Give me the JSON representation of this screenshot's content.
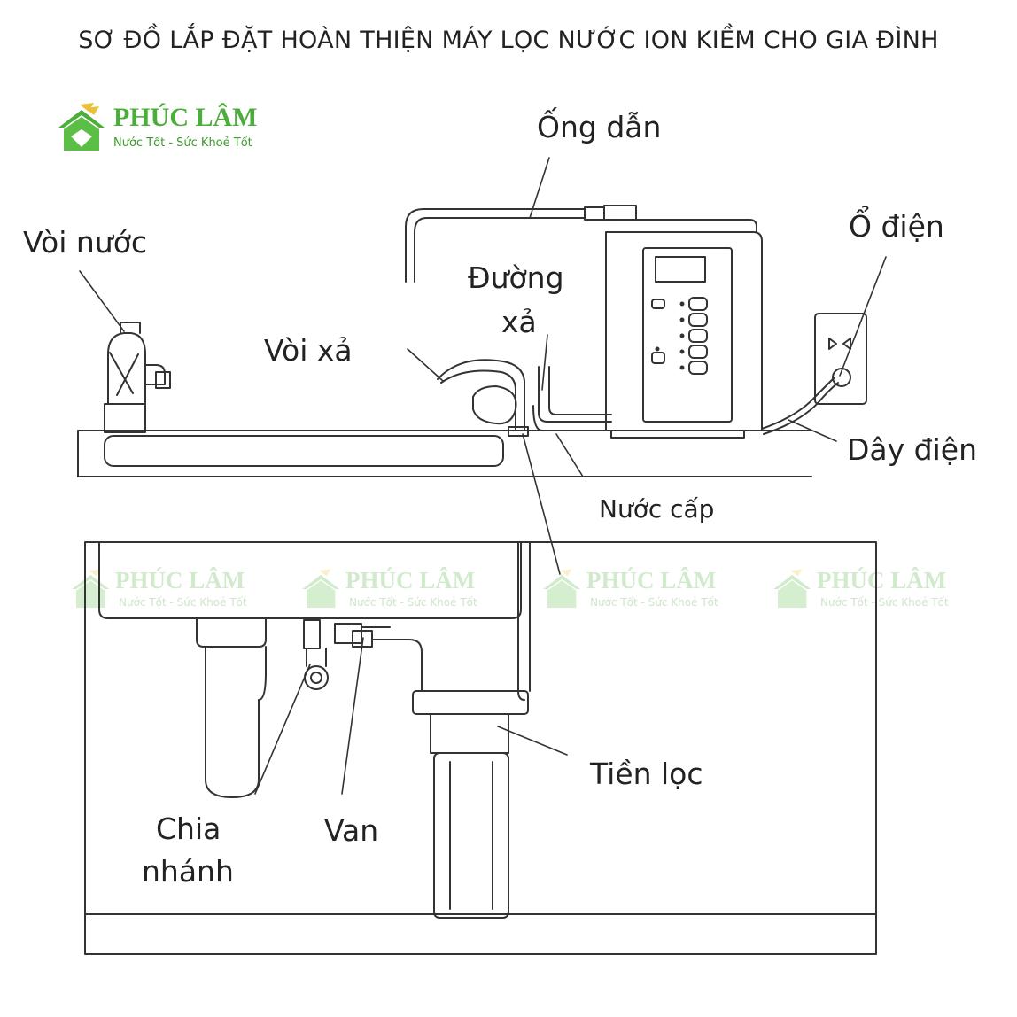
{
  "title": "SƠ ĐỒ LẮP ĐẶT HOÀN THIỆN MÁY LỌC NƯỚC ION KIỀM CHO GIA ĐÌNH",
  "logo": {
    "brand": "PHÚC LÂM",
    "slogan": "Nước Tốt - Sức Khoẻ Tốt",
    "color": "#4cae3a"
  },
  "watermarks": [
    {
      "brand": "PHÚC LÂM",
      "slogan": "Nước Tốt - Sức Khoẻ Tốt"
    },
    {
      "brand": "PHÚC LÂM",
      "slogan": "Nước Tốt - Sức Khoẻ Tốt"
    },
    {
      "brand": "PHÚC LÂM",
      "slogan": "Nước Tốt - Sức Khoẻ Tốt"
    },
    {
      "brand": "PHÚC LÂM",
      "slogan": "Nước Tốt - Sức Khoẻ Tốt"
    }
  ],
  "labels": {
    "ong_dan": "Ống dẫn",
    "voi_nuoc": "Vòi nước",
    "duong_xa_1": "Đường",
    "duong_xa_2": "xả",
    "o_dien": "Ổ điện",
    "voi_xa": "Vòi xả",
    "day_dien": "Dây điện",
    "nuoc_cap": "Nước cấp",
    "tien_loc": "Tiền lọc",
    "chia_nhanh_1": "Chia",
    "chia_nhanh_2": "nhánh",
    "van": "Van"
  }
}
